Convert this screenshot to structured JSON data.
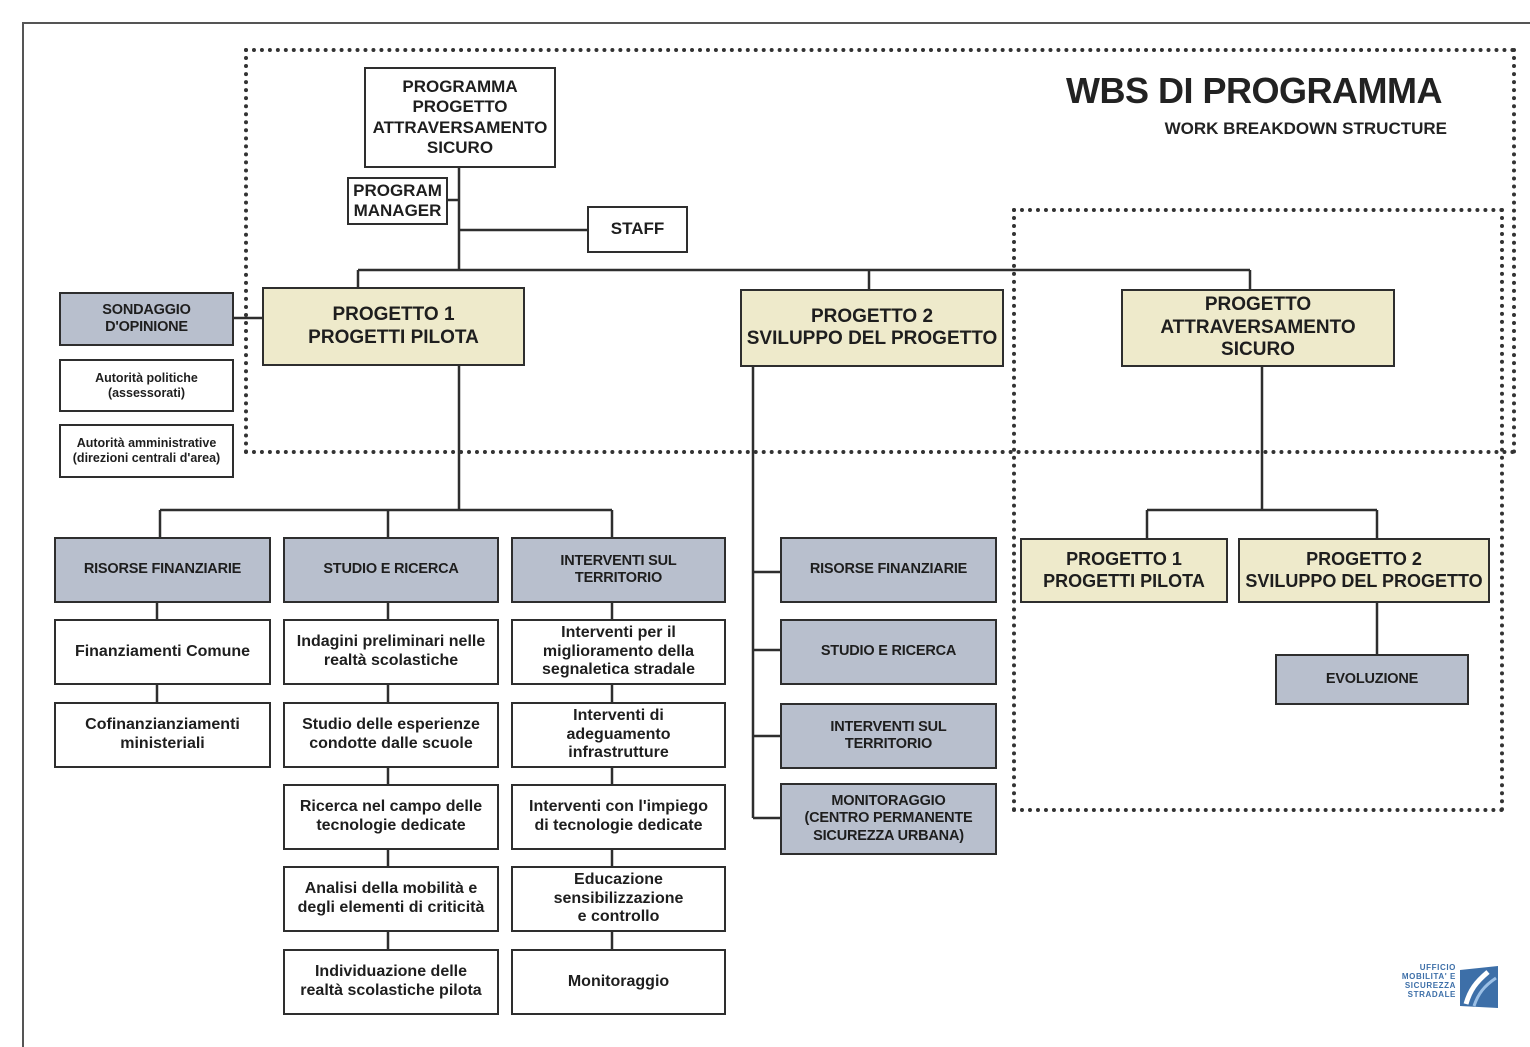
{
  "title": "WBS DI PROGRAMMA",
  "subtitle": "WORK BREAKDOWN STRUCTURE",
  "root": [
    "PROGRAMMA",
    "PROGETTO",
    "ATTRAVERSAMENTO",
    "SICURO"
  ],
  "program_manager": [
    "PROGRAM",
    "MANAGER"
  ],
  "staff": "STAFF",
  "sondaggio": {
    "title": [
      "SONDAGGIO",
      "D'OPINIONE"
    ],
    "items": [
      [
        "Autorità politiche",
        "(assessorati)"
      ],
      [
        "Autorità amministrative",
        "(direzioni centrali d'area)"
      ]
    ]
  },
  "projects": {
    "p1": [
      "PROGETTO 1",
      "PROGETTI PILOTA"
    ],
    "p2": [
      "PROGETTO 2",
      "SVILUPPO DEL PROGETTO"
    ],
    "p3": [
      "PROGETTO",
      "ATTRAVERSAMENTO SICURO"
    ]
  },
  "p1_columns": {
    "risorse": {
      "header": "RISORSE FINANZIARIE",
      "items": [
        [
          "Finanziamenti Comune"
        ],
        [
          "Cofinanzianziamenti",
          "ministeriali"
        ]
      ]
    },
    "studio": {
      "header": "STUDIO E RICERCA",
      "items": [
        [
          "Indagini preliminari nelle",
          "realtà scolastiche"
        ],
        [
          "Studio delle esperienze",
          "condotte dalle scuole"
        ],
        [
          "Ricerca nel campo delle",
          "tecnologie dedicate"
        ],
        [
          "Analisi della mobilità e",
          "degli elementi di criticità"
        ],
        [
          "Individuazione delle",
          "realtà scolastiche pilota"
        ]
      ]
    },
    "interventi": {
      "header": [
        "INTERVENTI SUL",
        "TERRITORIO"
      ],
      "items": [
        [
          "Interventi per il",
          "miglioramento della",
          "segnaletica stradale"
        ],
        [
          "Interventi di",
          "adeguamento",
          "infrastrutture"
        ],
        [
          "Interventi con l'impiego",
          "di tecnologie dedicate"
        ],
        [
          "Educazione",
          "sensibilizzazione",
          "e controllo"
        ],
        [
          "Monitoraggio"
        ]
      ]
    }
  },
  "p2_children": [
    [
      "RISORSE FINANZIARIE"
    ],
    [
      "STUDIO E RICERCA"
    ],
    [
      "INTERVENTI SUL",
      "TERRITORIO"
    ],
    [
      "MONITORAGGIO",
      "(CENTRO PERMANENTE",
      "SICUREZZA URBANA)"
    ]
  ],
  "p3_children": {
    "c1": [
      "PROGETTO 1",
      "PROGETTI PILOTA"
    ],
    "c2": [
      "PROGETTO 2",
      "SVILUPPO DEL PROGETTO"
    ],
    "c2_child": "EVOLUZIONE"
  },
  "logo": [
    "UFFICIO",
    "MOBILITA' E",
    "SICUREZZA",
    "STRADALE"
  ],
  "colors": {
    "gray_box": "#b8bfcd",
    "yellow_box": "#eeeacb",
    "line": "#2e2e2e",
    "logo_blue": "#3d6fa8"
  }
}
